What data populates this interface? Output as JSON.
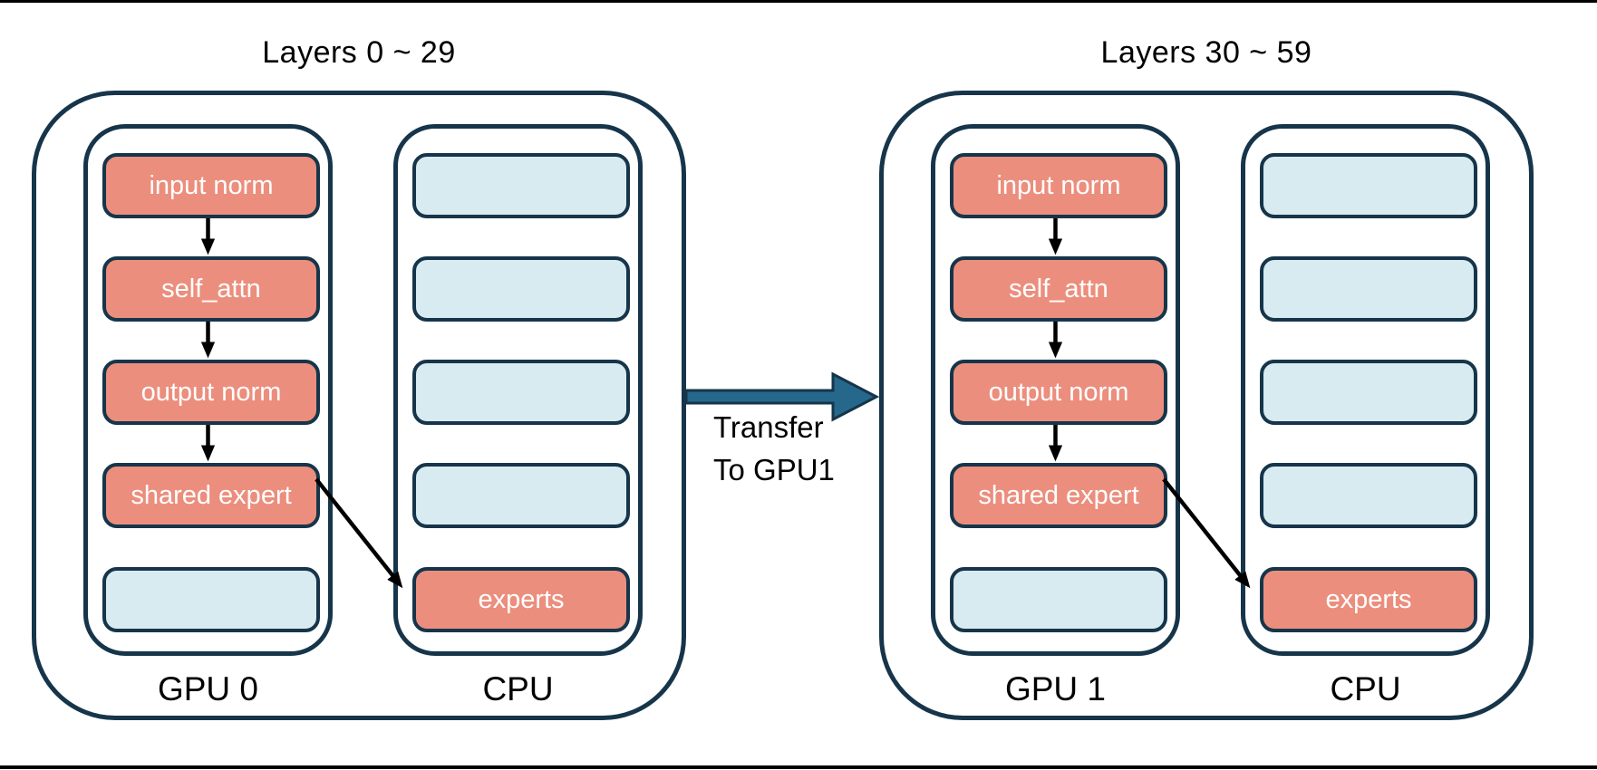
{
  "colors": {
    "box-pink": "#ec8e7d",
    "box-blue": "#d8ebf1",
    "stroke-navy": "#16354a",
    "arrow-steel": "#26688c",
    "text-black": "#000000",
    "text-white": "#ffffff",
    "background": "#ffffff"
  },
  "transfer": {
    "line1": "Transfer",
    "line2": "To GPU1"
  },
  "groups": [
    {
      "title": "Layers 0 ~ 29",
      "gpu": {
        "label": "GPU 0",
        "boxes": [
          {
            "label": "input norm",
            "type": "pink"
          },
          {
            "label": "self_attn",
            "type": "pink"
          },
          {
            "label": "output norm",
            "type": "pink"
          },
          {
            "label": "shared expert",
            "type": "pink"
          },
          {
            "label": "",
            "type": "blue"
          }
        ]
      },
      "cpu": {
        "label": "CPU",
        "boxes": [
          {
            "label": "",
            "type": "blue"
          },
          {
            "label": "",
            "type": "blue"
          },
          {
            "label": "",
            "type": "blue"
          },
          {
            "label": "",
            "type": "blue"
          },
          {
            "label": "experts",
            "type": "pink"
          }
        ]
      }
    },
    {
      "title": "Layers 30 ~ 59",
      "gpu": {
        "label": "GPU 1",
        "boxes": [
          {
            "label": "input norm",
            "type": "pink"
          },
          {
            "label": "self_attn",
            "type": "pink"
          },
          {
            "label": "output norm",
            "type": "pink"
          },
          {
            "label": "shared expert",
            "type": "pink"
          },
          {
            "label": "",
            "type": "blue"
          }
        ]
      },
      "cpu": {
        "label": "CPU",
        "boxes": [
          {
            "label": "",
            "type": "blue"
          },
          {
            "label": "",
            "type": "blue"
          },
          {
            "label": "",
            "type": "blue"
          },
          {
            "label": "",
            "type": "blue"
          },
          {
            "label": "experts",
            "type": "pink"
          }
        ]
      }
    }
  ]
}
